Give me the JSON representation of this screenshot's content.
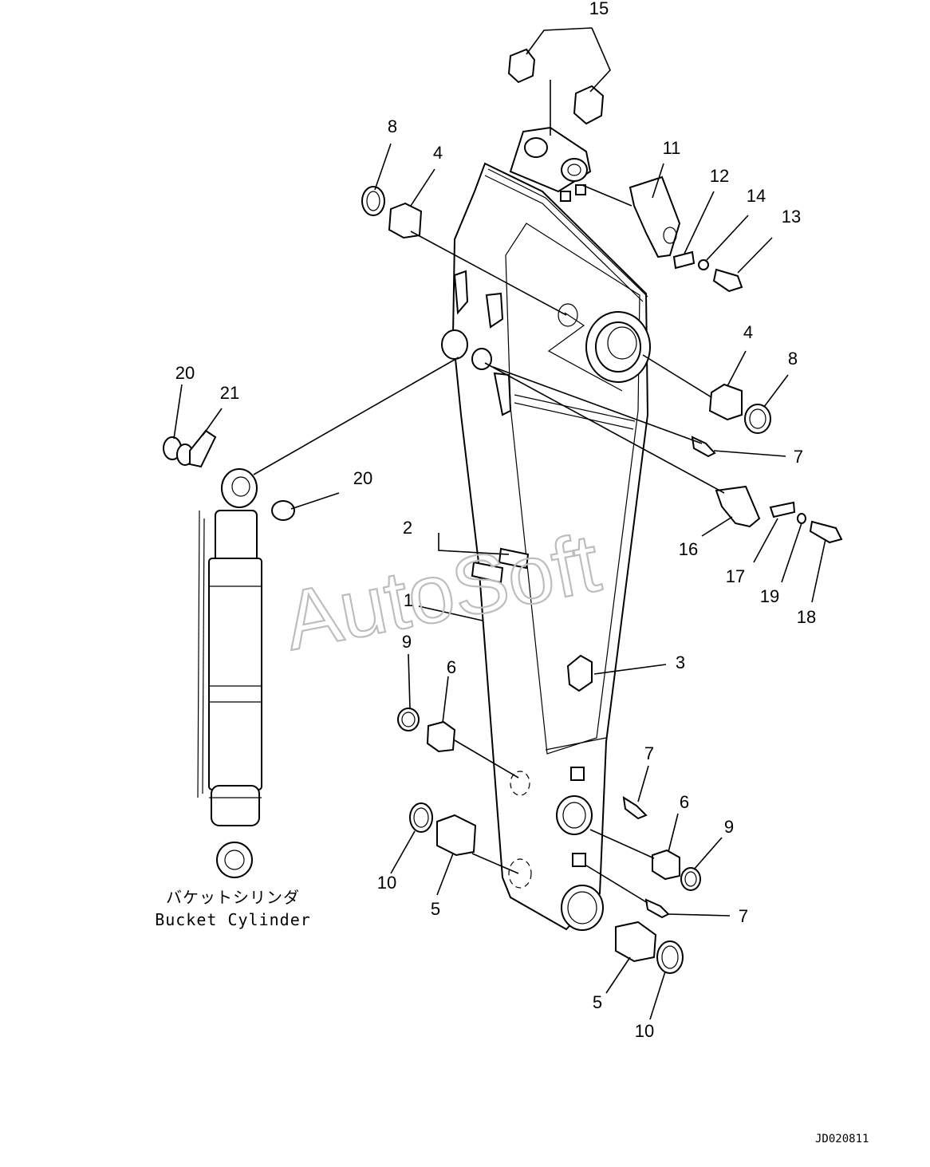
{
  "callouts": [
    {
      "id": "c15",
      "label": "15"
    },
    {
      "id": "c8a",
      "label": "8"
    },
    {
      "id": "c4a",
      "label": "4"
    },
    {
      "id": "c11",
      "label": "11"
    },
    {
      "id": "c12",
      "label": "12"
    },
    {
      "id": "c14",
      "label": "14"
    },
    {
      "id": "c13",
      "label": "13"
    },
    {
      "id": "c4b",
      "label": "4"
    },
    {
      "id": "c8b",
      "label": "8"
    },
    {
      "id": "c7a",
      "label": "7"
    },
    {
      "id": "c20a",
      "label": "20"
    },
    {
      "id": "c21",
      "label": "21"
    },
    {
      "id": "c20b",
      "label": "20"
    },
    {
      "id": "c16",
      "label": "16"
    },
    {
      "id": "c17",
      "label": "17"
    },
    {
      "id": "c19",
      "label": "19"
    },
    {
      "id": "c18",
      "label": "18"
    },
    {
      "id": "c2",
      "label": "2"
    },
    {
      "id": "c1",
      "label": "1"
    },
    {
      "id": "c9a",
      "label": "9"
    },
    {
      "id": "c6a",
      "label": "6"
    },
    {
      "id": "c3",
      "label": "3"
    },
    {
      "id": "c7b",
      "label": "7"
    },
    {
      "id": "c6b",
      "label": "6"
    },
    {
      "id": "c9b",
      "label": "9"
    },
    {
      "id": "c10a",
      "label": "10"
    },
    {
      "id": "c5a",
      "label": "5"
    },
    {
      "id": "c7c",
      "label": "7"
    },
    {
      "id": "c5b",
      "label": "5"
    },
    {
      "id": "c10b",
      "label": "10"
    }
  ],
  "bucket_cylinder": {
    "label_jp": "バケットシリンダ",
    "label_en": "Bucket Cylinder"
  },
  "watermark": "AutoSoft",
  "document_id": "JD020811"
}
